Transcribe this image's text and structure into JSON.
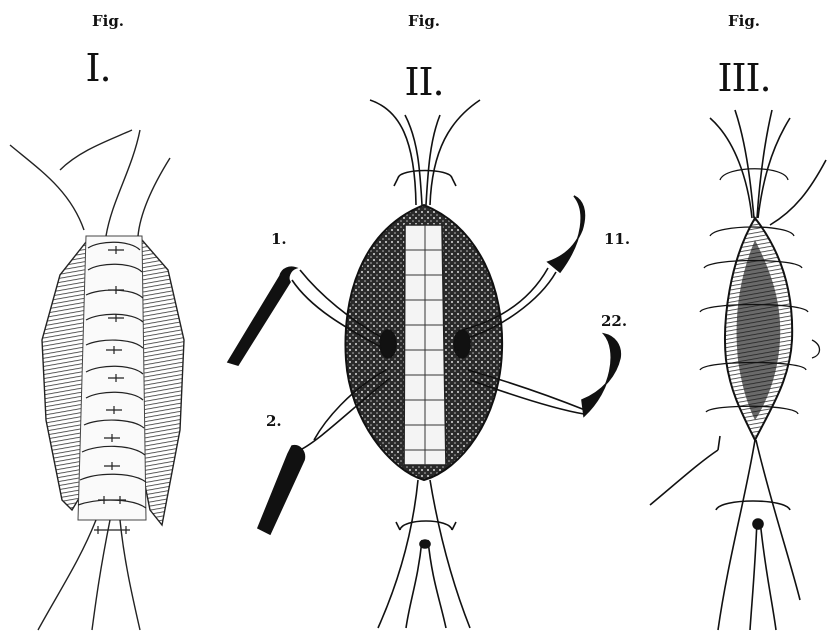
{
  "figures": [
    {
      "label": "Fig.",
      "number": "I."
    },
    {
      "label": "Fig.",
      "number": "II."
    },
    {
      "label": "Fig.",
      "number": "III."
    }
  ],
  "fig2_callouts": [
    "1.",
    "2.",
    "11.",
    "22."
  ]
}
